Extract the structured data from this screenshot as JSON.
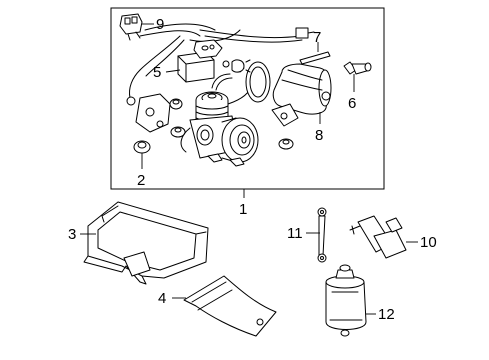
{
  "callouts": {
    "c1": "1",
    "c2": "2",
    "c3": "3",
    "c4": "4",
    "c5": "5",
    "c6": "6",
    "c7": "7",
    "c8": "8",
    "c9": "9",
    "c10": "10",
    "c11": "11",
    "c12": "12"
  },
  "colors": {
    "ink": "#000000",
    "paper": "#ffffff"
  }
}
